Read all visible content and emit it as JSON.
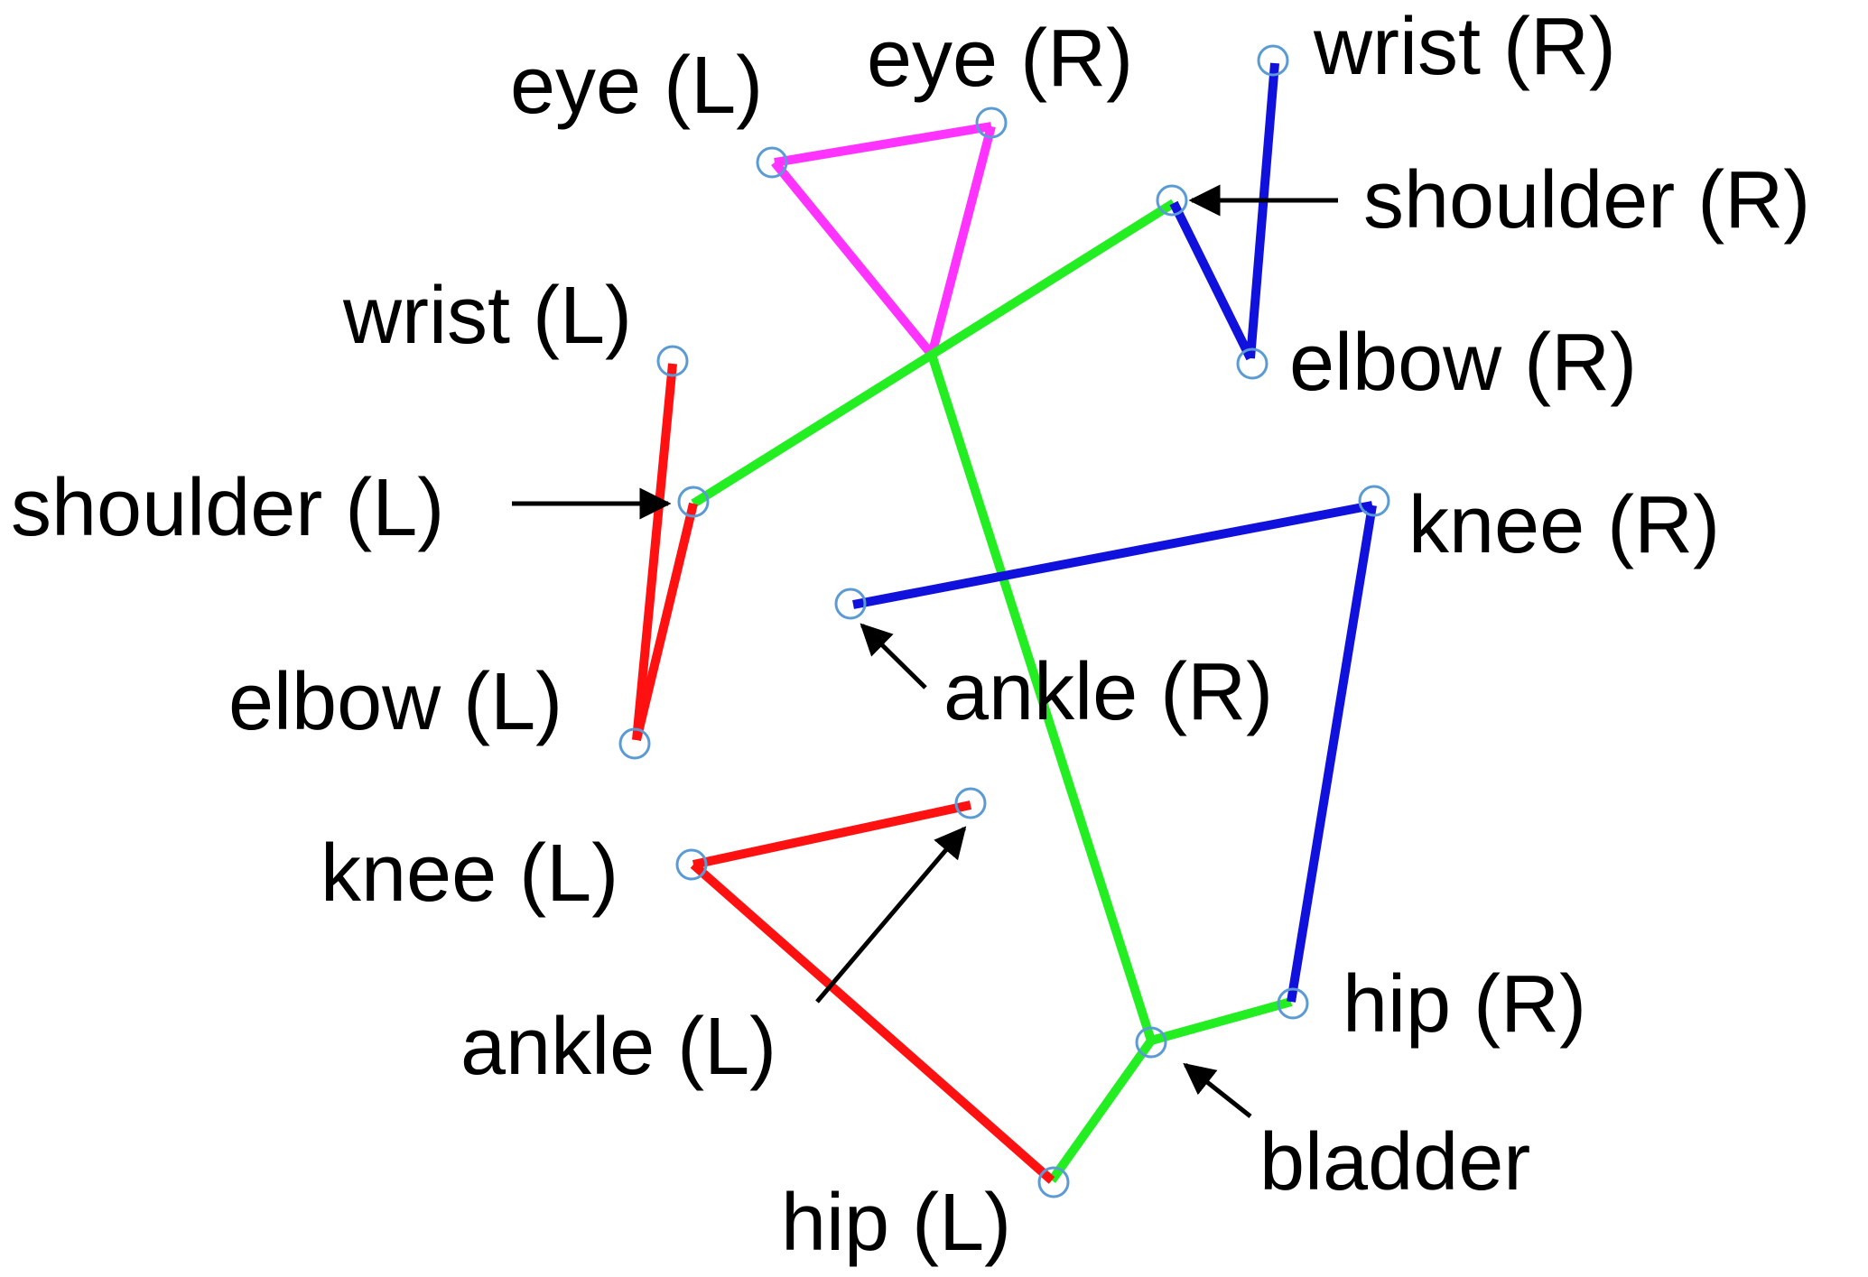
{
  "labels": {
    "eye_l": "eye (L)",
    "eye_r": "eye (R)",
    "wrist_r": "wrist (R)",
    "shoulder_r": "shoulder (R)",
    "wrist_l": "wrist (L)",
    "elbow_r": "elbow (R)",
    "shoulder_l": "shoulder (L)",
    "knee_r": "knee (R)",
    "ankle_r": "ankle (R)",
    "elbow_l": "elbow (L)",
    "knee_l": "knee (L)",
    "ankle_l": "ankle (L)",
    "hip_r": "hip (R)",
    "bladder": "bladder",
    "hip_l": "hip (L)"
  },
  "colors": {
    "head": "#ff33ff",
    "spine": "#22ee22",
    "left_side": "#ff1111",
    "right_side": "#1111dd",
    "joint_marker": "#5b9bd5",
    "pointer": "#000000"
  }
}
